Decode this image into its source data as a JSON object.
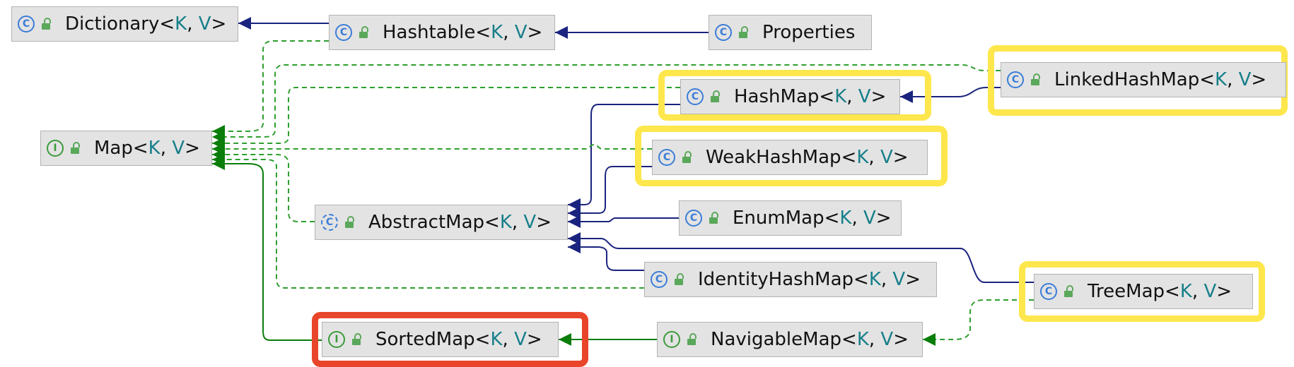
{
  "nodes": {
    "dictionary": {
      "name": "Dictionary",
      "kind": "class",
      "icon": "class-icon"
    },
    "hashtable": {
      "name": "Hashtable",
      "kind": "class",
      "icon": "class-icon"
    },
    "properties": {
      "name": "Properties",
      "kind": "class",
      "icon": "class-icon"
    },
    "linked_hash_map": {
      "name": "LinkedHashMap",
      "kind": "class",
      "icon": "class-icon"
    },
    "hash_map": {
      "name": "HashMap",
      "kind": "class",
      "icon": "class-icon"
    },
    "map": {
      "name": "Map",
      "kind": "interface",
      "icon": "interface-icon"
    },
    "weak_hash_map": {
      "name": "WeakHashMap",
      "kind": "class",
      "icon": "class-icon"
    },
    "abstract_map": {
      "name": "AbstractMap",
      "kind": "abstract",
      "icon": "abstract-class-icon"
    },
    "enum_map": {
      "name": "EnumMap",
      "kind": "class",
      "icon": "class-icon"
    },
    "identity_hash_map": {
      "name": "IdentityHashMap",
      "kind": "class",
      "icon": "class-icon"
    },
    "tree_map": {
      "name": "TreeMap",
      "kind": "class",
      "icon": "class-icon"
    },
    "sorted_map": {
      "name": "SortedMap",
      "kind": "interface",
      "icon": "interface-icon"
    },
    "navigable_map": {
      "name": "NavigableMap",
      "kind": "interface",
      "icon": "interface-icon"
    }
  },
  "generics": {
    "open": "<",
    "k": "K",
    "sep": ", ",
    "v": "V",
    "close": ">"
  },
  "icon_glyphs": {
    "class": "C",
    "abstract": "C",
    "interface": "I"
  },
  "colors": {
    "extends_edge": "#1a237e",
    "interface_extends_edge": "#0a7d0a",
    "implements_edge": "#2e9e2e",
    "highlight_yellow": "#fde74c",
    "highlight_red": "#e8452b",
    "generic_param": "#177f8a"
  }
}
